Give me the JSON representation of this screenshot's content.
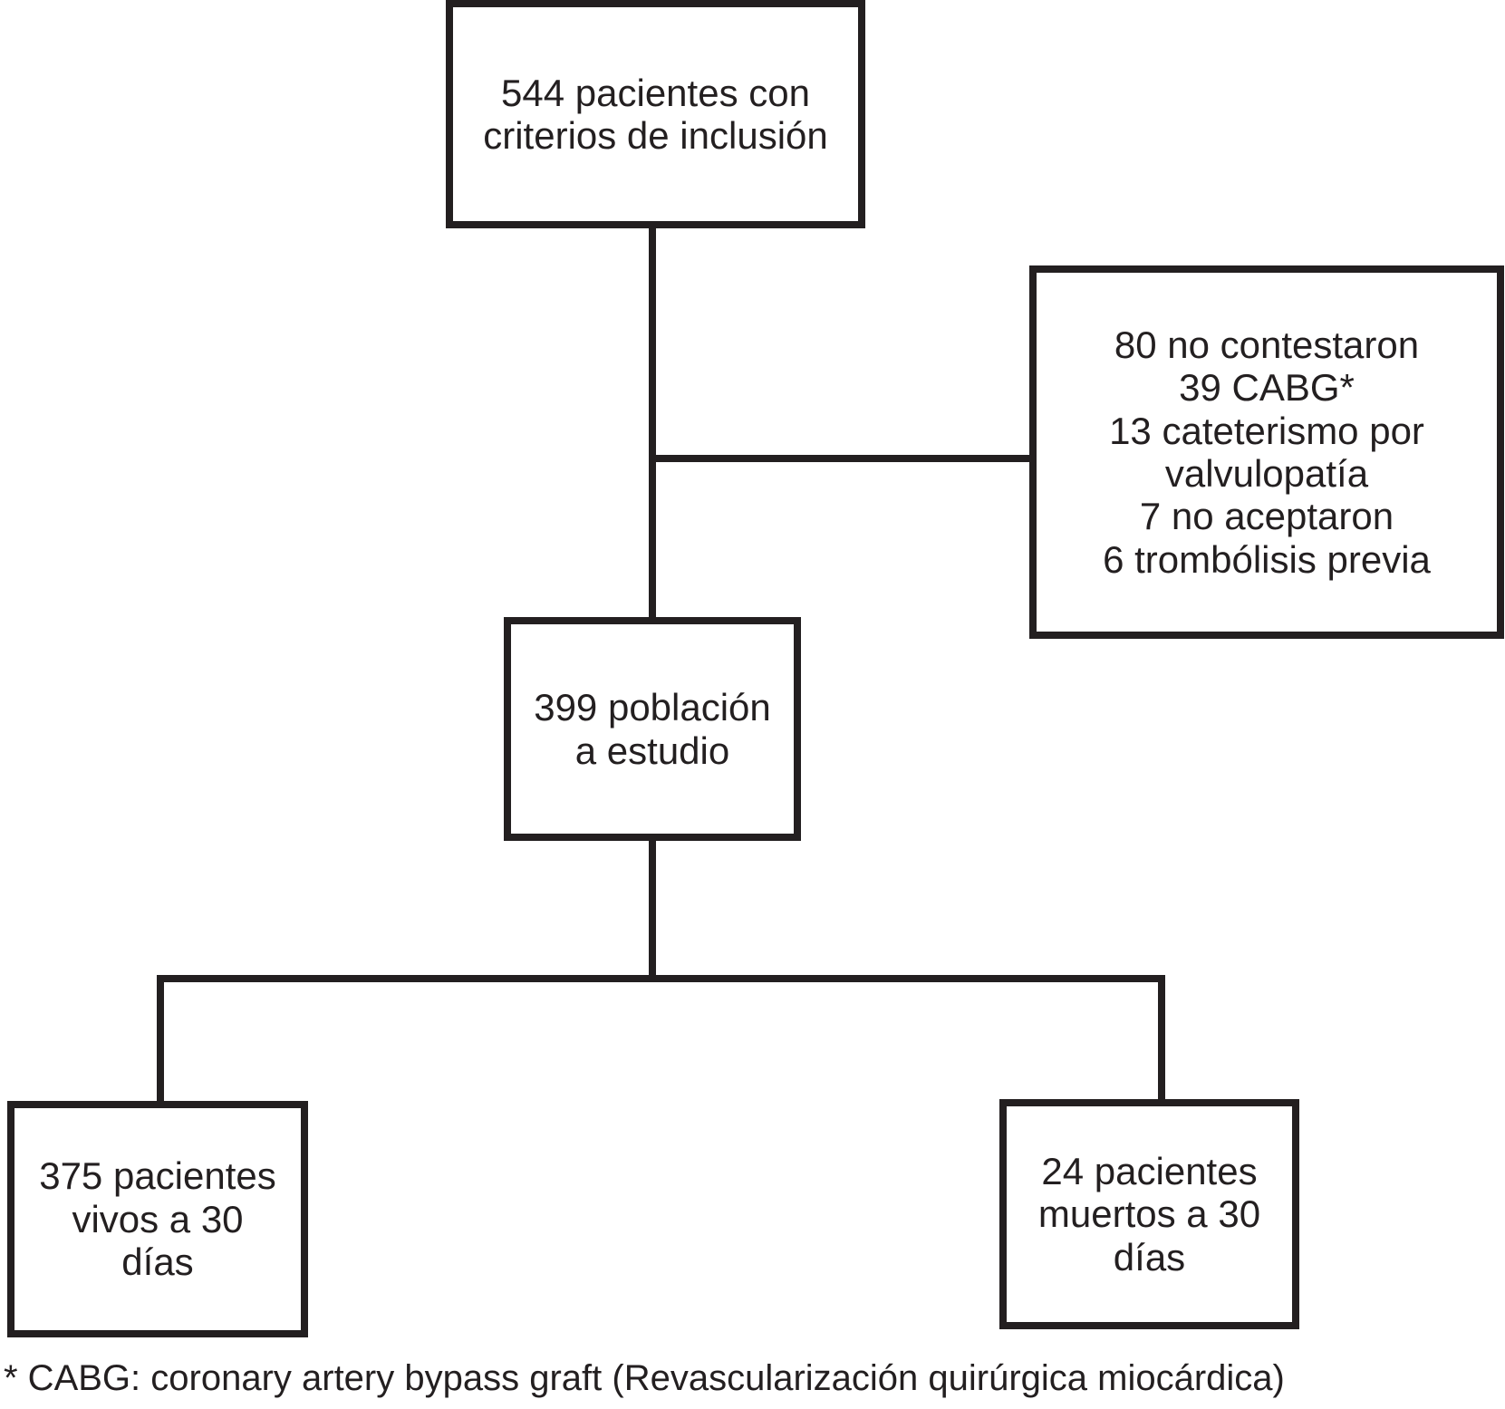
{
  "diagram": {
    "title": "Patient inclusion flowchart",
    "colors": {
      "ink": "#231f20",
      "background": "#ffffff"
    },
    "nodes": {
      "inclusion": {
        "lines": [
          "544 pacientes con",
          "criterios de inclusión"
        ]
      },
      "exclusions": {
        "lines": [
          "80 no contestaron",
          "39 CABG*",
          "13 cateterismo por",
          "valvulopatía",
          "7 no aceptaron",
          "6 trombólisis previa"
        ]
      },
      "study": {
        "lines": [
          "399 población",
          "a estudio"
        ]
      },
      "alive30": {
        "lines": [
          "375 pacientes",
          "vivos a 30",
          "días"
        ]
      },
      "dead30": {
        "lines": [
          "24 pacientes",
          "muertos a 30",
          "días"
        ]
      }
    },
    "footnote": "* CABG: coronary artery bypass graft (Revascularización quirúrgica miocárdica)"
  }
}
